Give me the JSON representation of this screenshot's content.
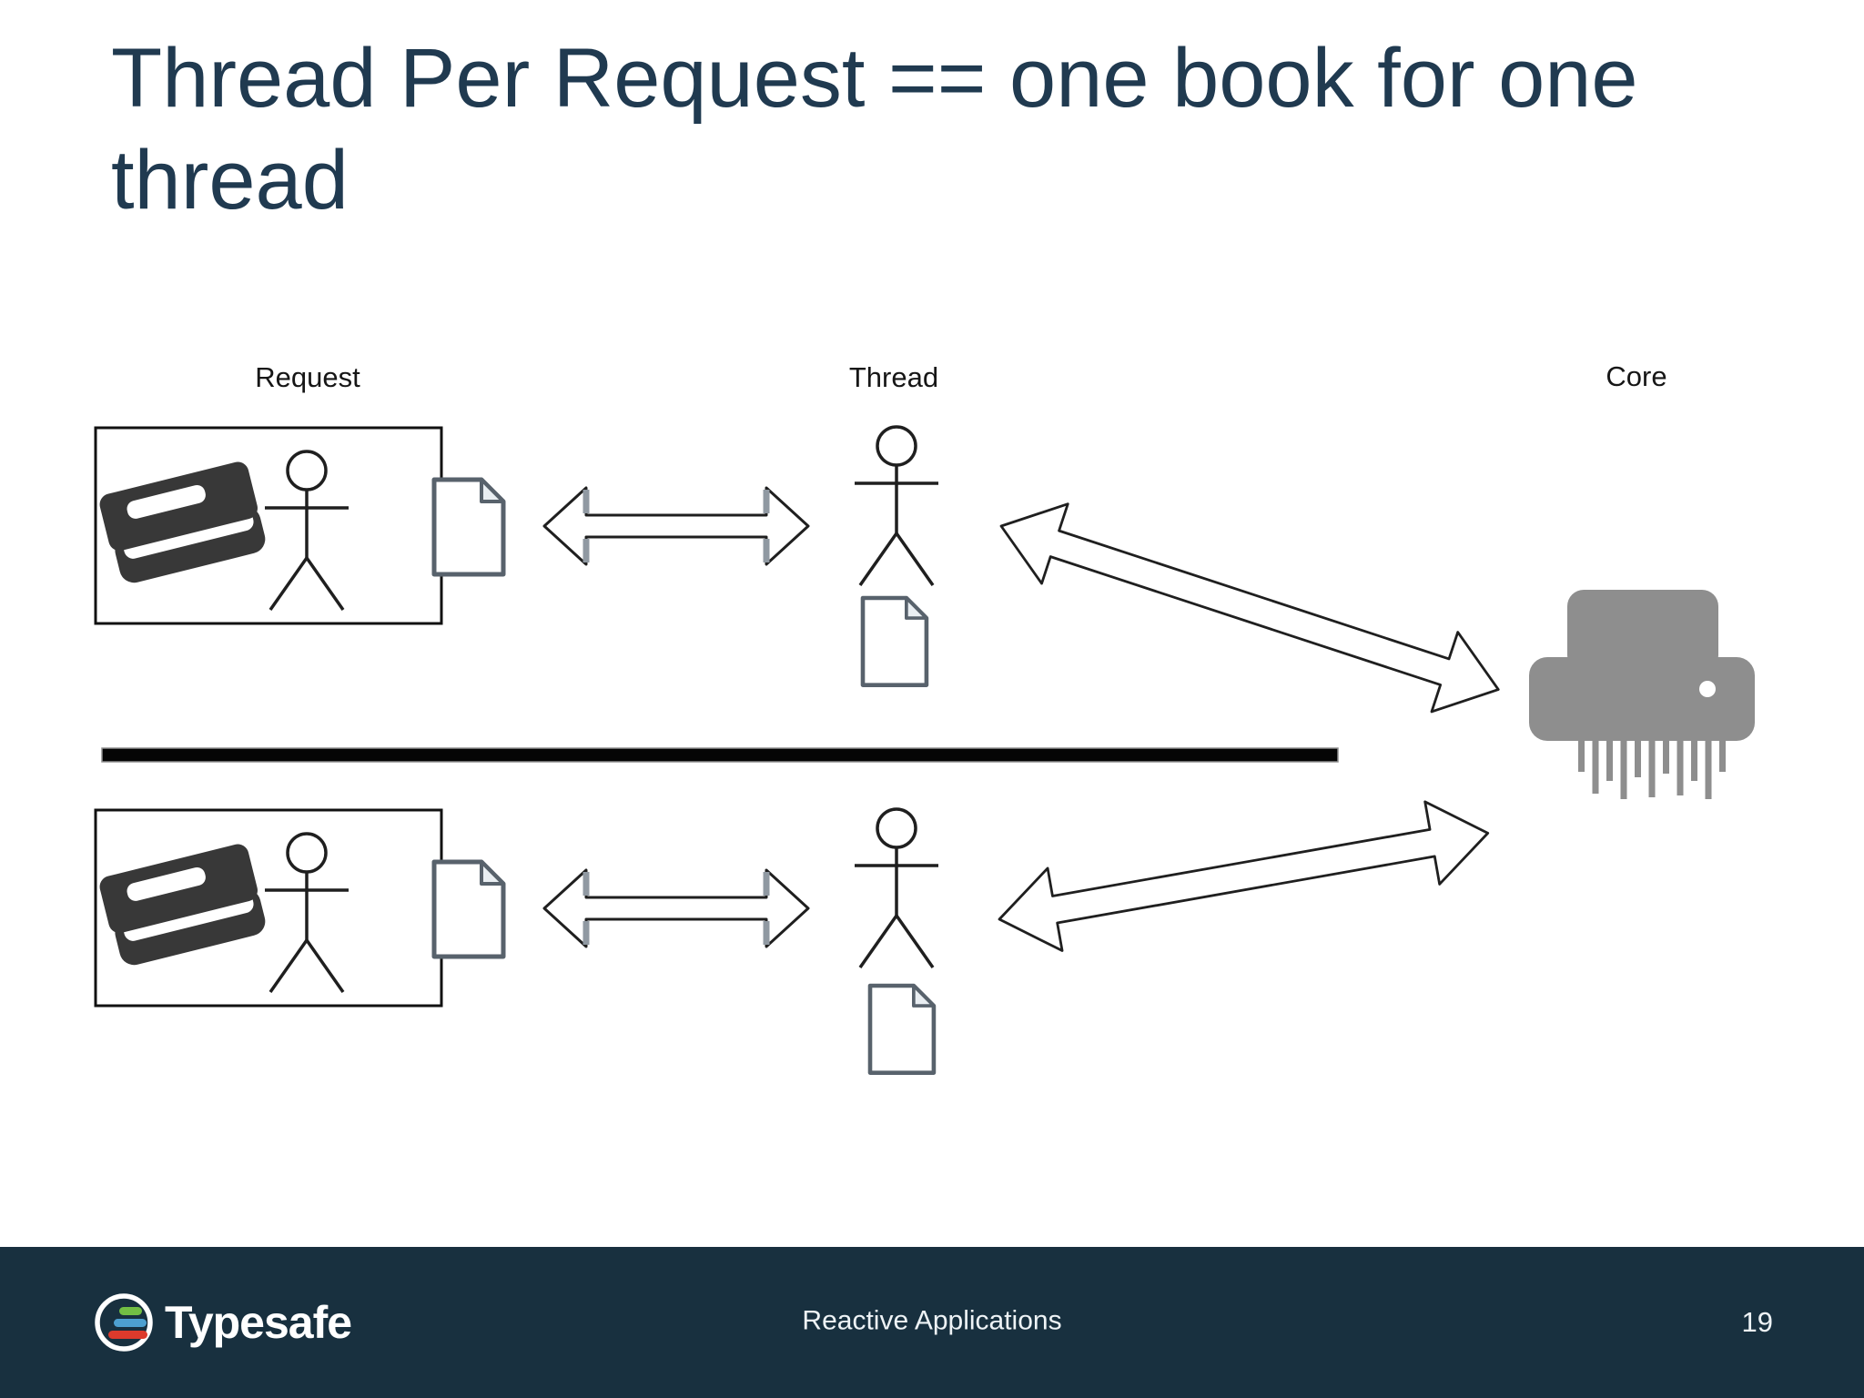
{
  "slide": {
    "title": "Thread Per Request == one book for one thread",
    "footer": {
      "brand": "Typesafe",
      "center_text": "Reactive Applications",
      "page_number": "19"
    }
  },
  "diagram": {
    "column_labels": {
      "request": "Request",
      "thread": "Thread",
      "core": "Core"
    },
    "icons": {
      "book": "book-icon",
      "reader": "stick-figure-icon",
      "document": "document-icon",
      "double_arrow": "double-arrow-icon",
      "diagonal_double_arrow": "diagonal-double-arrow-icon",
      "shredder": "shredder-icon",
      "brand_logo": "typesafe-logo-icon"
    }
  },
  "colors": {
    "title_color": "#203a50",
    "label_color": "#161616",
    "line_color": "#1f1f1f",
    "doc_stroke": "#58626c",
    "icon_dark": "#383838",
    "shredder_gray": "#8e8e8e",
    "divider_color": "#050505",
    "footer_bg": "#18303f",
    "footer_text": "#eef3f6",
    "logo_green": "#72bf44",
    "logo_blue": "#4da0d0",
    "logo_red": "#dd3a2c"
  }
}
